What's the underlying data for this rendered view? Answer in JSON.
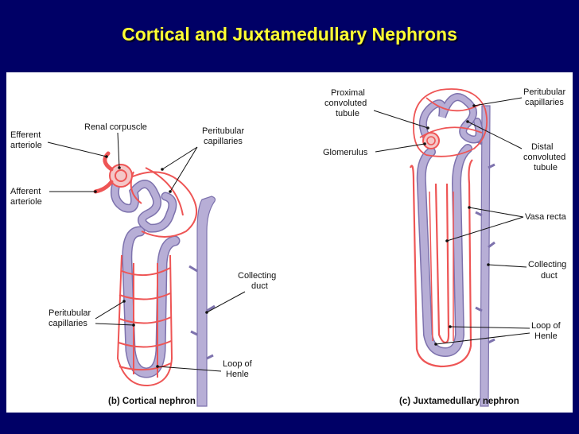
{
  "slide": {
    "title": "Cortical and Juxtamedullary Nephrons"
  },
  "colors": {
    "background": "#000066",
    "title": "#ffff33",
    "tubule": "#b7aed6",
    "tubule_outline": "#7d72ad",
    "vessel": "#ee5555"
  },
  "cortical": {
    "caption": "(b) Cortical nephron",
    "labels": {
      "renal_corpuscle": "Renal corpuscle",
      "efferent_1": "Efferent",
      "efferent_2": "arteriole",
      "afferent_1": "Afferent",
      "afferent_2": "arteriole",
      "peritubular_top_1": "Peritubular",
      "peritubular_top_2": "capillaries",
      "peritubular_low_1": "Peritubular",
      "peritubular_low_2": "capillaries",
      "collecting_1": "Collecting",
      "collecting_2": "duct",
      "loop_1": "Loop of",
      "loop_2": "Henle"
    }
  },
  "juxtamedullary": {
    "caption": "(c) Juxtamedullary nephron",
    "labels": {
      "proximal_1": "Proximal",
      "proximal_2": "convoluted",
      "proximal_3": "tubule",
      "glomerulus": "Glomerulus",
      "peritubular_1": "Peritubular",
      "peritubular_2": "capillaries",
      "distal_1": "Distal",
      "distal_2": "convoluted",
      "distal_3": "tubule",
      "vasa_recta": "Vasa recta",
      "collecting_1": "Collecting",
      "collecting_2": "duct",
      "loop_1": "Loop of",
      "loop_2": "Henle"
    }
  }
}
